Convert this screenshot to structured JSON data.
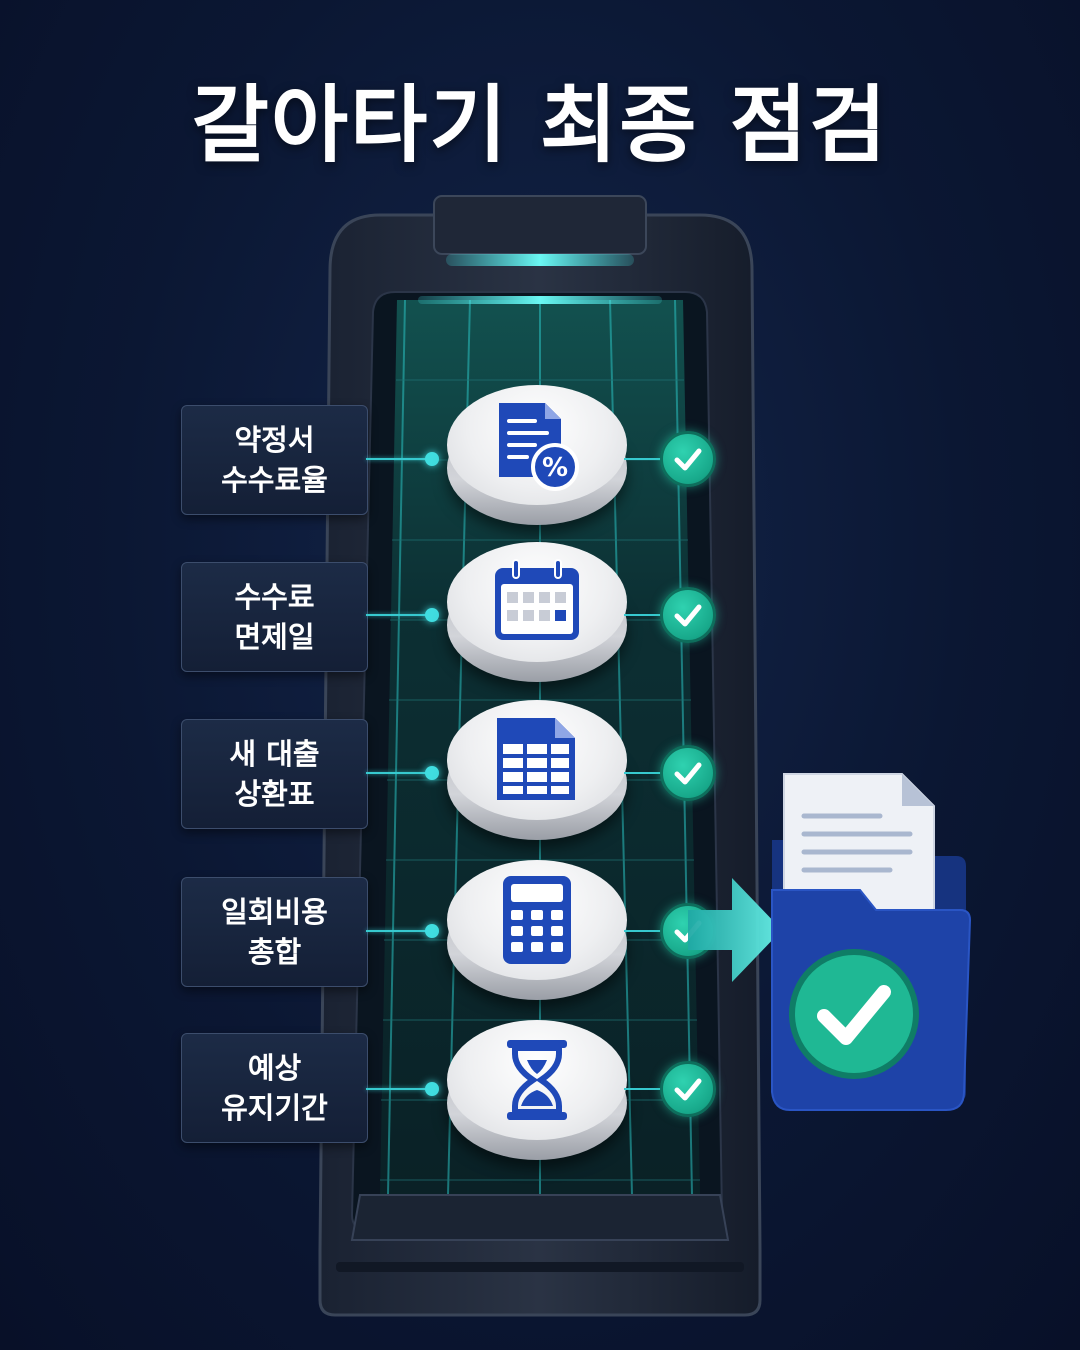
{
  "title": "갈아타기 최종 점검",
  "items": [
    {
      "line1": "약정서",
      "line2": "수수료율",
      "icon": "document-percent-icon"
    },
    {
      "line1": "수수료",
      "line2": "면제일",
      "icon": "calendar-icon"
    },
    {
      "line1": "새 대출",
      "line2": "상환표",
      "icon": "spreadsheet-icon"
    },
    {
      "line1": "일회비용",
      "line2": "총합",
      "icon": "calculator-icon"
    },
    {
      "line1": "예상",
      "line2": "유지기간",
      "icon": "hourglass-icon"
    }
  ],
  "colors": {
    "background": "#0b1733",
    "accent_teal": "#37c9cf",
    "check_green": "#1fb894",
    "icon_blue": "#1f49b8",
    "folder_blue": "#1e43a8"
  }
}
